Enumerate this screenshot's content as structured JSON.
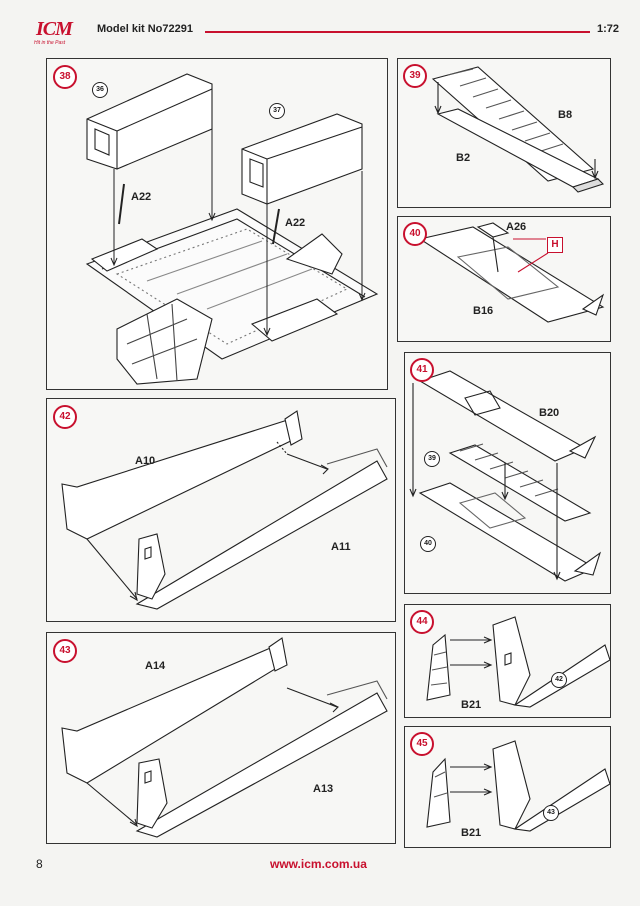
{
  "header": {
    "brand": "ICM",
    "slogan": "Hit in the Past",
    "kit_label": "Model kit No72291",
    "scale": "1:72"
  },
  "steps": [
    {
      "number": "38",
      "parts": [
        "A22",
        "A22"
      ],
      "refs": [
        "36",
        "37"
      ]
    },
    {
      "number": "39",
      "parts": [
        "B8",
        "B2"
      ]
    },
    {
      "number": "40",
      "parts": [
        "A26",
        "B16"
      ],
      "marker": "H"
    },
    {
      "number": "41",
      "parts": [
        "B20"
      ],
      "refs": [
        "39",
        "40"
      ]
    },
    {
      "number": "42",
      "parts": [
        "A10",
        "A11"
      ]
    },
    {
      "number": "43",
      "parts": [
        "A14",
        "A13"
      ]
    },
    {
      "number": "44",
      "parts": [
        "B21"
      ],
      "refs": [
        "42"
      ]
    },
    {
      "number": "45",
      "parts": [
        "B21"
      ],
      "refs": [
        "43"
      ]
    }
  ],
  "footer": {
    "page_number": "8",
    "website": "www.icm.com.ua"
  },
  "colors": {
    "accent": "#c8102e"
  }
}
